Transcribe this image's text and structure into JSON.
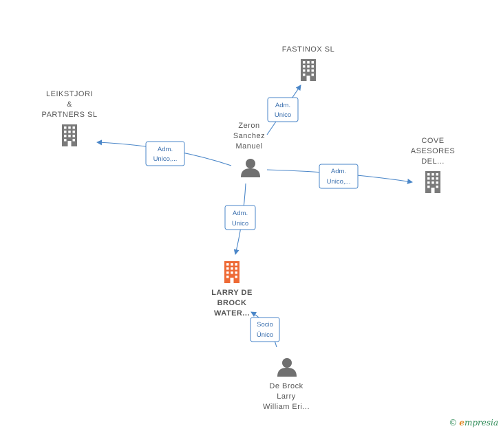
{
  "nodes": {
    "fastinox": {
      "label": [
        "FASTINOX  SL"
      ],
      "kind": "company"
    },
    "leikstjori": {
      "label": [
        "LEIKSTJORI",
        "&",
        "PARTNERS  SL"
      ],
      "kind": "company"
    },
    "zeron": {
      "label": [
        "Zeron",
        "Sanchez",
        "Manuel"
      ],
      "kind": "person"
    },
    "cove": {
      "label": [
        "COVE",
        "ASESORES",
        "DEL..."
      ],
      "kind": "company"
    },
    "larry_co": {
      "label": [
        "LARRY DE",
        "BROCK",
        "WATER..."
      ],
      "kind": "company",
      "highlight": true
    },
    "debrock": {
      "label": [
        "De Brock",
        "Larry",
        "William Eri..."
      ],
      "kind": "person"
    }
  },
  "edges": [
    {
      "id": "zeron-fastinox",
      "label": [
        "Adm.",
        "Unico"
      ]
    },
    {
      "id": "zeron-leikstjori",
      "label": [
        "Adm.",
        "Unico,..."
      ]
    },
    {
      "id": "zeron-cove",
      "label": [
        "Adm.",
        "Unico,..."
      ]
    },
    {
      "id": "zeron-larry",
      "label": [
        "Adm.",
        "Unico"
      ]
    },
    {
      "id": "debrock-larry",
      "label": [
        "Socio",
        "Único"
      ]
    }
  ],
  "colors": {
    "company": "#7a7a7a",
    "highlight": "#ee6a35",
    "person": "#707070",
    "edge": "#4a86c8"
  },
  "credit": {
    "symbol": "©",
    "brand_e": "e",
    "brand_rest": "mpresia"
  }
}
